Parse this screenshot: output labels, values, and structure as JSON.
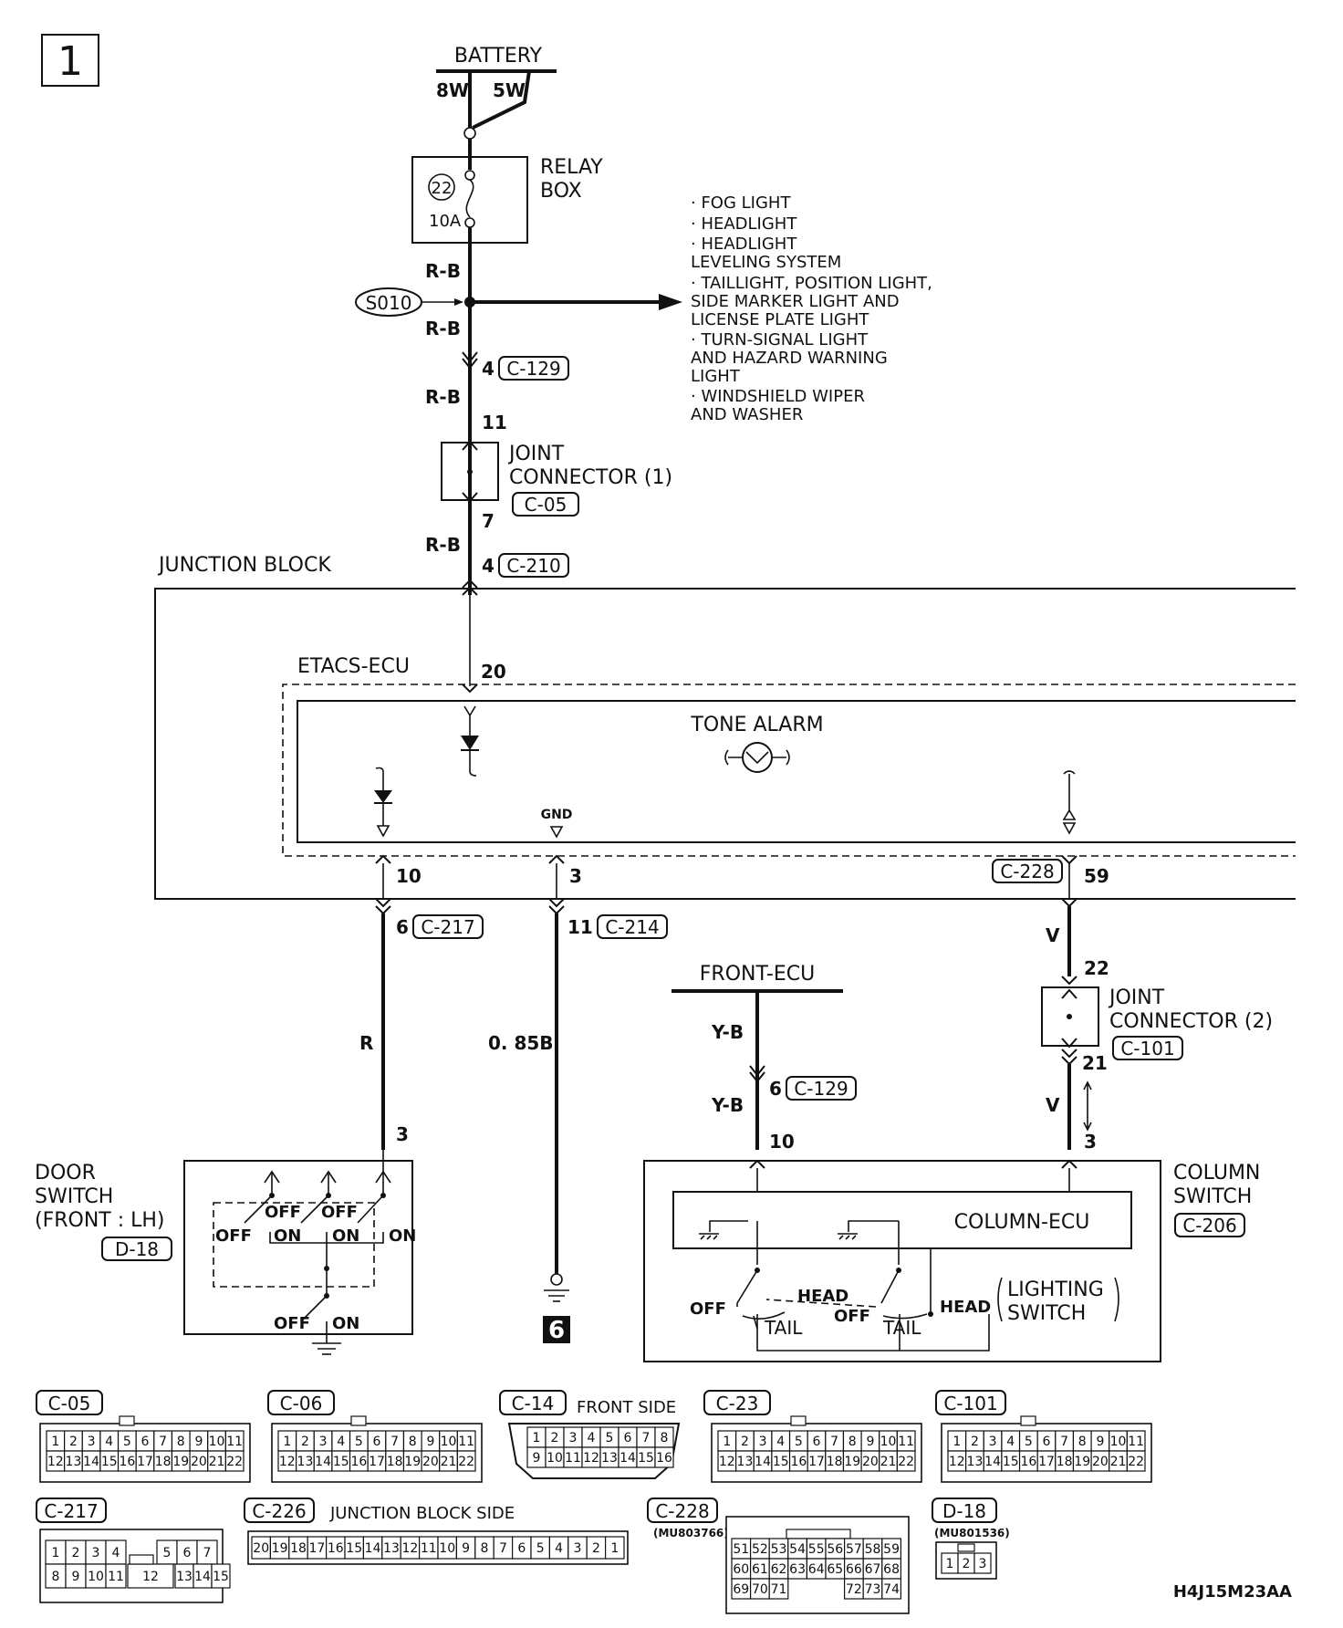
{
  "page_number": "1",
  "battery": {
    "label": "BATTERY",
    "wire_8w": "8W",
    "wire_5w": "5W"
  },
  "relay_box": {
    "label_1": "RELAY",
    "label_2": "BOX",
    "fuse_no": "22",
    "fuse_rating": "10A"
  },
  "splice": {
    "label": "S010"
  },
  "feeds": {
    "items": [
      "· FOG LIGHT",
      "· HEADLIGHT",
      "· HEADLIGHT",
      "  LEVELING SYSTEM",
      "· TAILLIGHT, POSITION LIGHT,",
      "  SIDE MARKER LIGHT AND",
      "  LICENSE PLATE LIGHT",
      "· TURN-SIGNAL LIGHT",
      "  AND HAZARD WARNING",
      "  LIGHT",
      "· WINDSHIELD WIPER",
      "  AND WASHER"
    ]
  },
  "main_wire": {
    "color_1": "R-B",
    "color_2": "R-B",
    "color_3": "R-B",
    "color_4": "R-B",
    "pin_c129": "4",
    "pin_11": "11",
    "pin_7": "7",
    "pin_c210": "4"
  },
  "joint_connector_1": {
    "label_1": "JOINT",
    "label_2": "CONNECTOR (1)",
    "connector": "C-05"
  },
  "connectors": {
    "c129": "C-129",
    "c210": "C-210",
    "c217": "C-217",
    "c214": "C-214",
    "c228": "C-228",
    "c101": "C-101",
    "c206": "C-206",
    "d18": "D-18"
  },
  "junction_block": {
    "label": "JUNCTION BLOCK"
  },
  "etacs": {
    "label": "ETACS-ECU",
    "pin_20": "20",
    "tone_alarm": "TONE ALARM",
    "gnd": "GND",
    "pin_10": "10",
    "pin_3": "3",
    "pin_59": "59"
  },
  "left_wire": {
    "pin_6": "6",
    "color": "R",
    "pin_3": "3"
  },
  "ground_wire": {
    "pin_11": "11",
    "color": "0. 85B",
    "ground_ref": "6"
  },
  "door_switch": {
    "label_1": "DOOR",
    "label_2": "SWITCH",
    "label_3": "(FRONT : LH)",
    "off": "OFF",
    "on": "ON"
  },
  "front_ecu": {
    "label": "FRONT-ECU",
    "color_1": "Y-B",
    "pin_6": "6",
    "color_2": "Y-B",
    "pin_10": "10"
  },
  "right_wire": {
    "color_1": "V",
    "pin_22": "22",
    "pin_21": "21",
    "color_2": "V",
    "pin_3": "3"
  },
  "joint_connector_2": {
    "label_1": "JOINT",
    "label_2": "CONNECTOR (2)"
  },
  "column_switch": {
    "label_1": "COLUMN",
    "label_2": "SWITCH",
    "ecu": "COLUMN-ECU",
    "lighting_1": "LIGHTING",
    "lighting_2": "SWITCH",
    "off": "OFF",
    "head": "HEAD",
    "tail": "TAIL"
  },
  "connector_views": {
    "c05": "C-05",
    "c06": "C-06",
    "c14": "C-14",
    "c14_note": "FRONT SIDE",
    "c23": "C-23",
    "c101": "C-101",
    "c217": "C-217",
    "c226": "C-226",
    "c226_note": "JUNCTION BLOCK SIDE",
    "c228": "C-228",
    "c228_part": "(MU803766)",
    "d18": "D-18",
    "d18_part": "(MU801536)"
  },
  "diagram_code": "H4J15M23AA"
}
